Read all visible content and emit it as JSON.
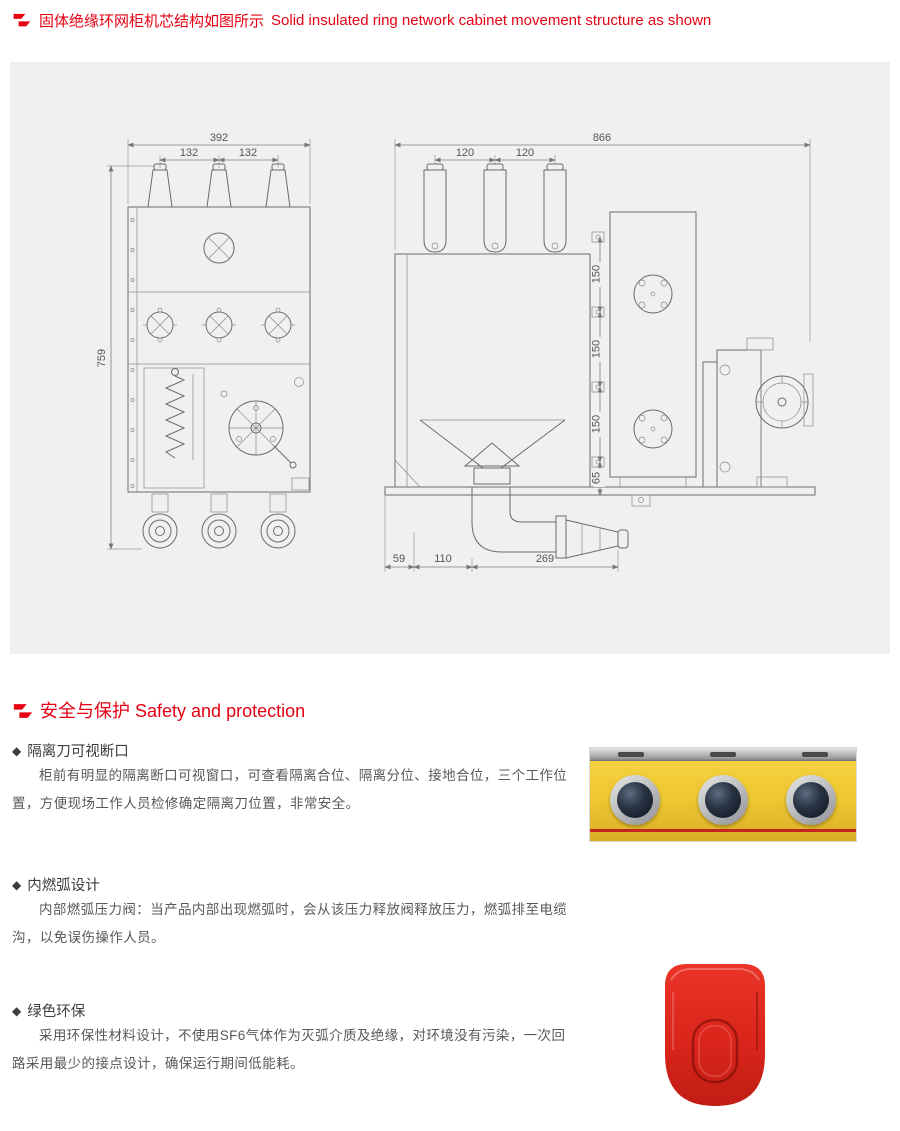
{
  "page": {
    "bullet_glyph": "◆",
    "header": {
      "title_zh": "固体绝缘环网柜机芯结构如图所示",
      "title_en": "Solid insulated ring network cabinet movement structure as shown"
    },
    "section2": {
      "title": "安全与保护 Safety and protection"
    },
    "features": [
      {
        "heading": "隔离刀可视断口",
        "body": "柜前有明显的隔离断口可视窗口，可查看隔离合位、隔离分位、接地合位，三个工作位置，方便现场工作人员检修确定隔离刀位置，非常安全。"
      },
      {
        "heading": "内燃弧设计",
        "body": "内部燃弧压力阀：当产品内部出现燃弧时，会从该压力释放阀释放压力，燃弧排至电缆沟，以免误伤操作人员。"
      },
      {
        "heading": "绿色环保",
        "body": "采用环保性材料设计，不使用SF6气体作为灭弧介质及绝缘，对环境没有污染，一次回路采用最少的接点设计，确保运行期间低能耗。"
      }
    ],
    "drawings": {
      "left": {
        "dims": {
          "total": "392",
          "pitch1": "132",
          "pitch2": "132",
          "height": "759"
        }
      },
      "right": {
        "dims": {
          "total": "866",
          "pitch1": "120",
          "pitch2": "120",
          "v1": "150",
          "v2": "150",
          "v3": "150",
          "v4": "65",
          "b1": "59",
          "b2": "110",
          "b3": "269"
        }
      }
    },
    "colors": {
      "accent_red": "#e60012",
      "panel_bg": "#f0f0ef",
      "line": "#6b6b6b",
      "photo_yellow": "#eec731",
      "part_red": "#d5281e"
    }
  }
}
